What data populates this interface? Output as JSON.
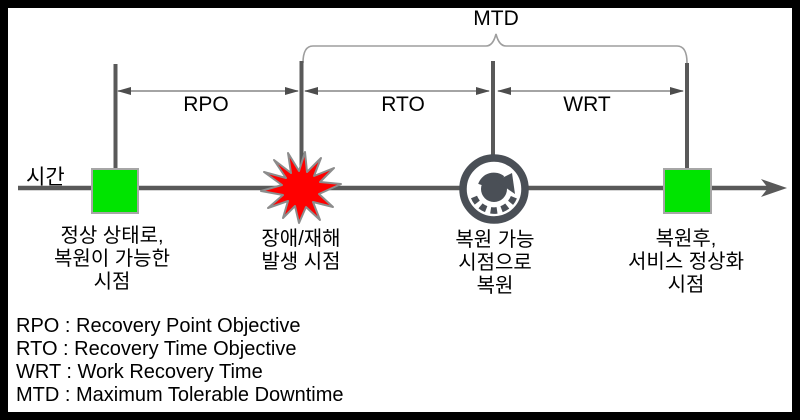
{
  "diagram": {
    "axis_label": "시간",
    "mtd_label": "MTD",
    "intervals": [
      {
        "id": "rpo",
        "label": "RPO"
      },
      {
        "id": "rto",
        "label": "RTO"
      },
      {
        "id": "wrt",
        "label": "WRT"
      }
    ],
    "events": [
      {
        "icon": "green-square-marker",
        "label": "정상 상태로,\n복원이 가능한\n시점"
      },
      {
        "icon": "explosion-icon",
        "label": "장애/재해\n발생 시점"
      },
      {
        "icon": "restore-icon",
        "label": "복원 가능\n시점으로\n복원"
      },
      {
        "icon": "green-square-marker",
        "label": "복원후,\n서비스 정상화\n시점"
      }
    ],
    "legend": [
      "RPO : Recovery Point Objective",
      "RTO : Recovery Time Objective",
      "WRT : Work Recovery Time",
      "MTD : Maximum Tolerable Downtime"
    ],
    "colors": {
      "frame": "#000000",
      "background": "#ffffff",
      "timeline_line": "#595959",
      "measure_line": "#858585",
      "arrowhead": "#4d4d4d",
      "bracket": "#9e9e9e",
      "marker_green": "#00e400",
      "marker_border": "#a6a6a6",
      "explosion_red": "#ff0000",
      "explosion_border": "#8c8c8c",
      "restore_icon": "#4a4f56",
      "text": "#000000"
    }
  }
}
